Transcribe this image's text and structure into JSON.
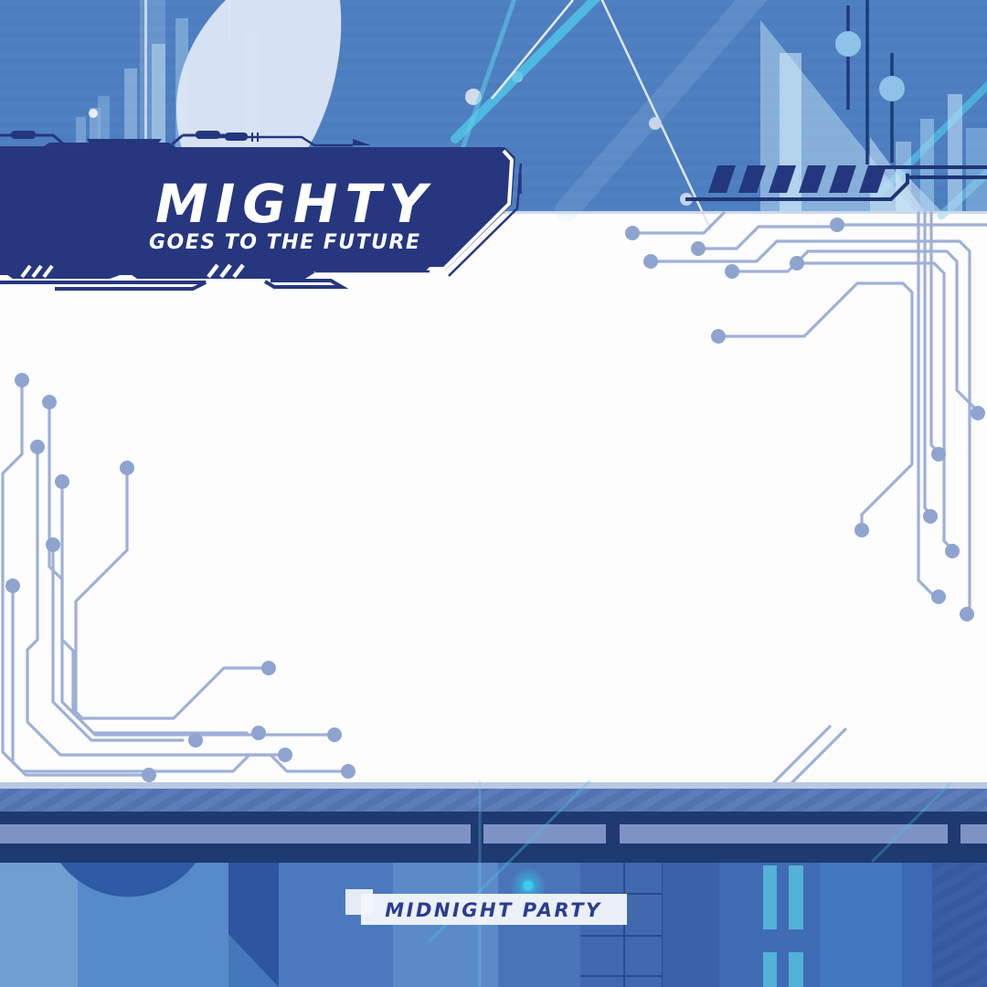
{
  "banner": {
    "title": "MIGHTY",
    "subtitle": "GOES TO THE FUTURE"
  },
  "footer": {
    "label": "MIDNIGHT PARTY"
  },
  "colors": {
    "sky_blue": "#4f80c2",
    "banner_navy": "#26377f",
    "dark_navy": "#1e3a70",
    "bridge_light_rail": "#7d93c6",
    "bridge_mid_rail": "#5c7db9",
    "circuit_trace": "#9fb0d6",
    "circuit_node": "#8ea4cf",
    "accent_cyan": "#4fc3e8",
    "glow_cyan": "#35d1f0",
    "moon_white": "#dde7f5",
    "label_text_blue": "#2b3d8f",
    "text_white": "#ffffff"
  }
}
